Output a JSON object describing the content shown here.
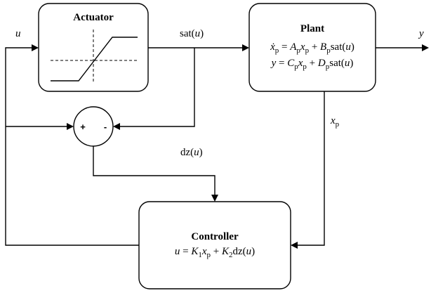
{
  "actuator": {
    "title": "Actuator"
  },
  "plant": {
    "title": "Plant",
    "eq1": {
      "lhs": "ẋ",
      "lhs_sub": "p",
      "rest": [
        {
          "t": " = "
        },
        {
          "t": "A",
          "i": true
        },
        {
          "t": "p",
          "s": true
        },
        {
          "t": "x",
          "i": true
        },
        {
          "t": "p",
          "s": true
        },
        {
          "t": " + "
        },
        {
          "t": "B",
          "i": true
        },
        {
          "t": "p",
          "s": true
        },
        {
          "t": "sat("
        },
        {
          "t": "u",
          "i": true
        },
        {
          "t": ")"
        }
      ]
    },
    "eq2": [
      {
        "t": "y",
        "i": true
      },
      {
        "t": " = "
      },
      {
        "t": "C",
        "i": true
      },
      {
        "t": "p",
        "s": true
      },
      {
        "t": "x",
        "i": true
      },
      {
        "t": "p",
        "s": true
      },
      {
        "t": " + "
      },
      {
        "t": "D",
        "i": true
      },
      {
        "t": "p",
        "s": true
      },
      {
        "t": "sat("
      },
      {
        "t": "u",
        "i": true
      },
      {
        "t": ")"
      }
    ]
  },
  "controller": {
    "title": "Controller",
    "eq": [
      {
        "t": "u",
        "i": true
      },
      {
        "t": " = "
      },
      {
        "t": "K",
        "i": true
      },
      {
        "t": "1",
        "s": true
      },
      {
        "t": "x",
        "i": true
      },
      {
        "t": "p",
        "s": true
      },
      {
        "t": " + "
      },
      {
        "t": "K",
        "i": true
      },
      {
        "t": "2",
        "s": true
      },
      {
        "t": "dz("
      },
      {
        "t": "u",
        "i": true
      },
      {
        "t": ")"
      }
    ]
  },
  "summer": {
    "plus": "+",
    "minus": "-"
  },
  "signals": {
    "u": "u",
    "y": "y",
    "sat_prefix": "sat(",
    "sat_var": "u",
    "sat_suffix": ")",
    "dz_prefix": "dz(",
    "dz_var": "u",
    "dz_suffix": ")",
    "xp_main": "x",
    "xp_sub": "p"
  }
}
